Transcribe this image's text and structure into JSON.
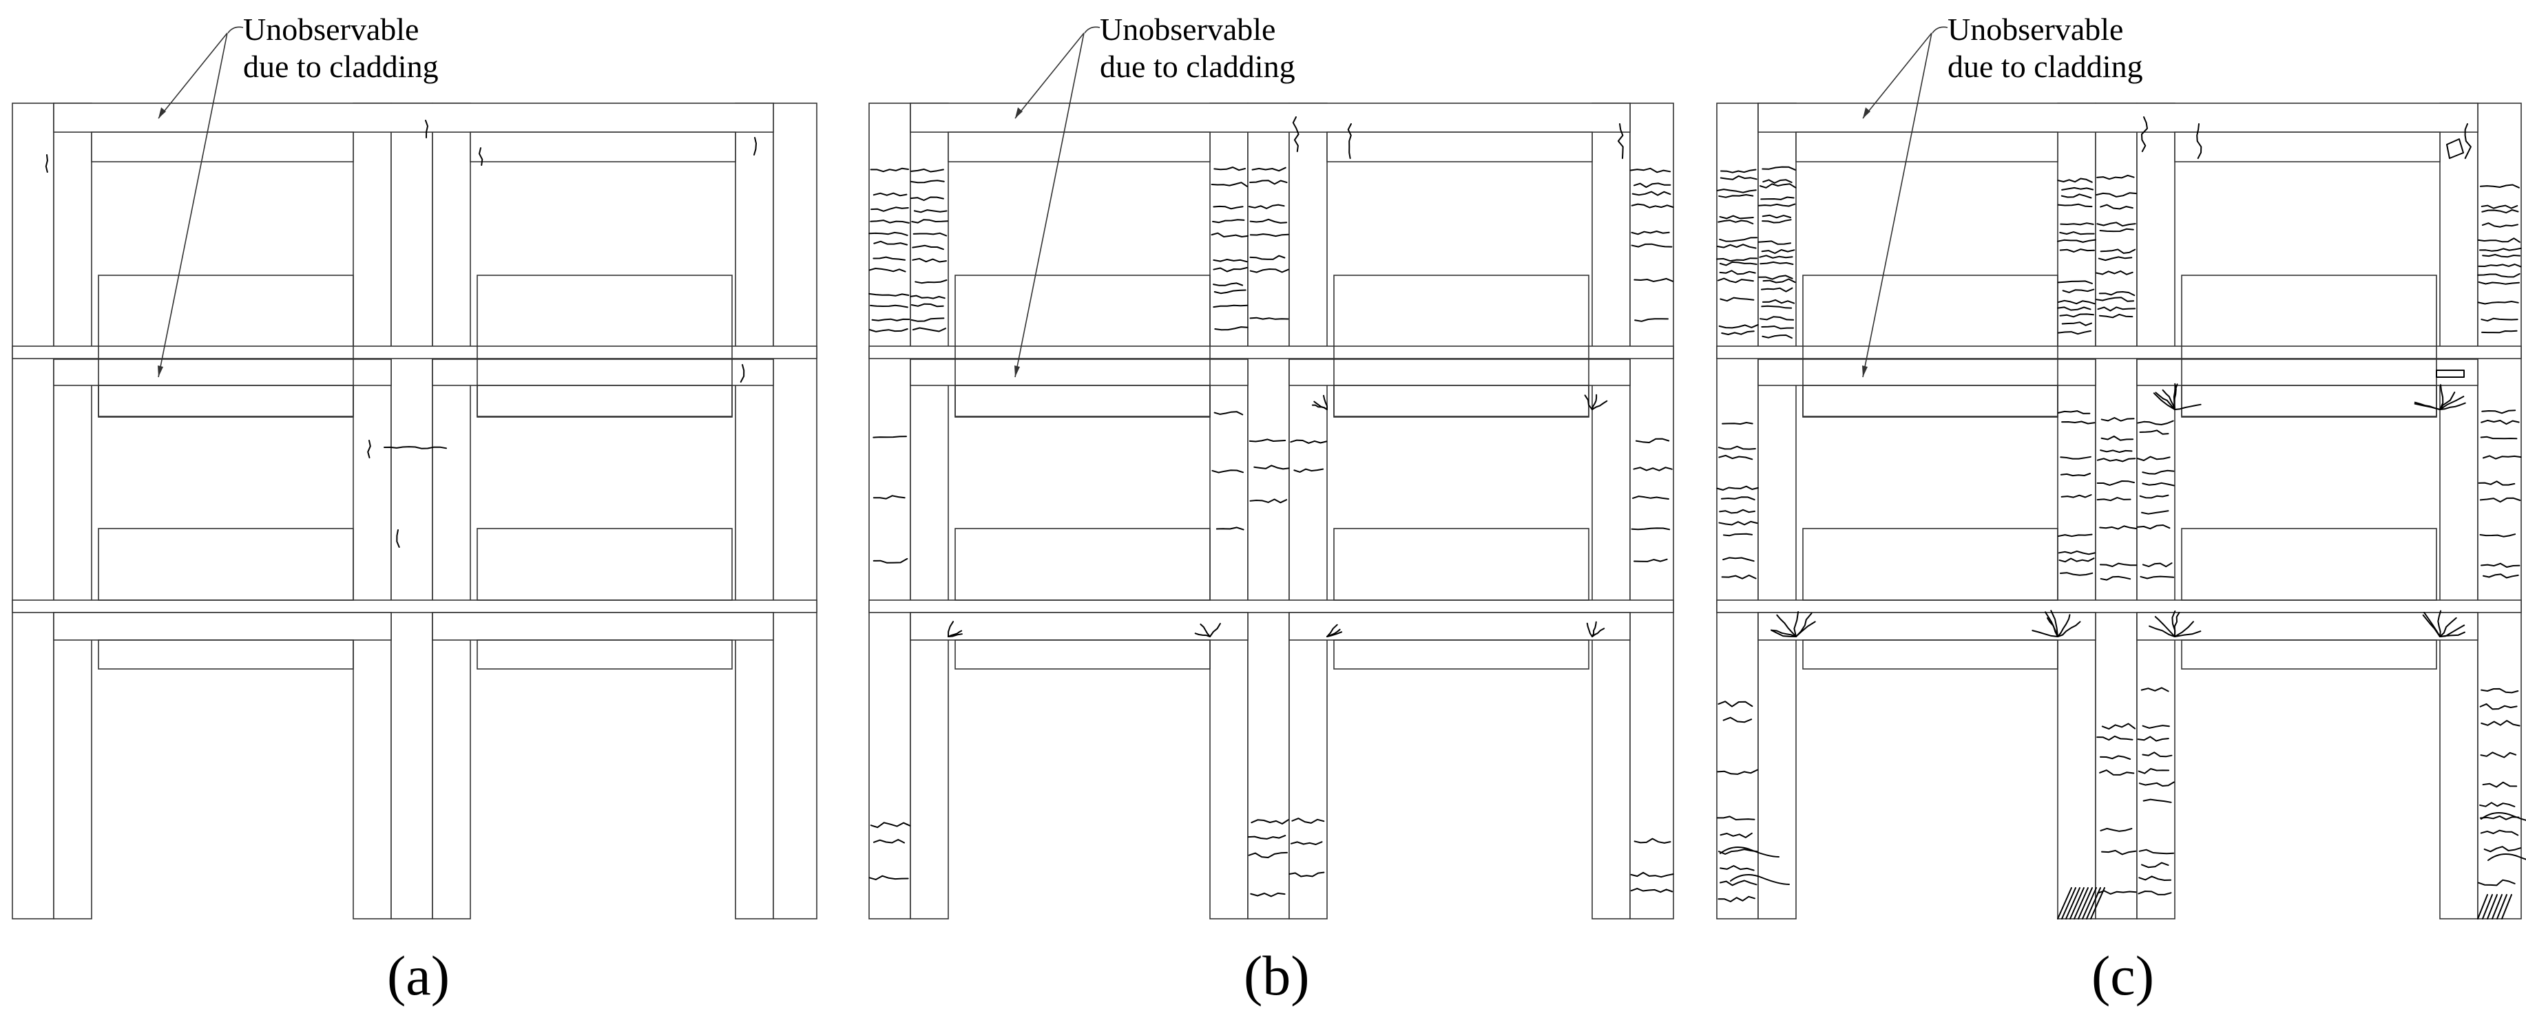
{
  "annotation": {
    "line1": "Unobservable",
    "line2": "due to cladding"
  },
  "panels": [
    {
      "id": "a",
      "label": "(a)",
      "crack_level": 0
    },
    {
      "id": "b",
      "label": "(b)",
      "crack_level": 1
    },
    {
      "id": "c",
      "label": "(c)",
      "crack_level": 2
    }
  ],
  "colors": {
    "line": "#333333",
    "crack": "#000000",
    "background": "#ffffff"
  }
}
